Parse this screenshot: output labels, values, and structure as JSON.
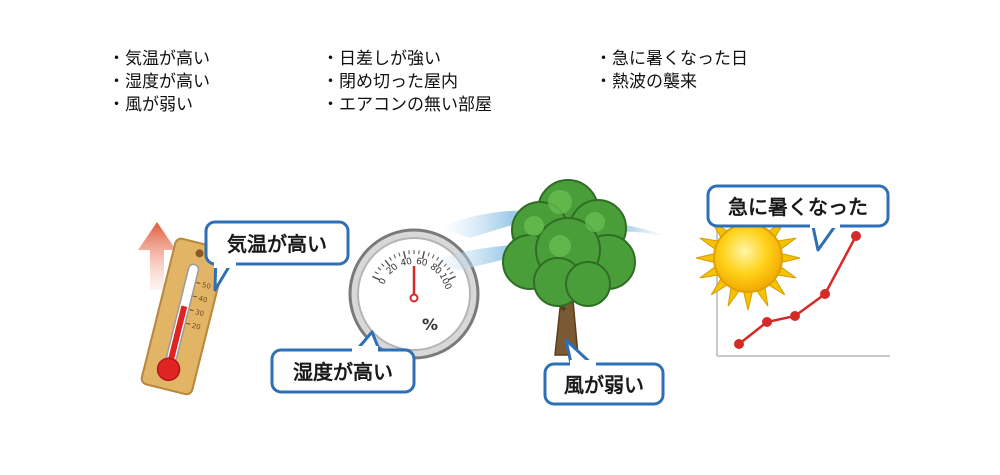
{
  "conditions": {
    "weather": [
      "気温が高い",
      "湿度が高い",
      "風が弱い"
    ],
    "environment": [
      "日差しが強い",
      "閉め切った屋内",
      "エアコンの無い部屋"
    ],
    "sudden": [
      "急に暑くなった日",
      "熱波の襲来"
    ]
  },
  "callouts": {
    "temperature": "気温が高い",
    "humidity": "湿度が高い",
    "wind": "風が弱い",
    "sudden_heat": "急に暑くなった"
  },
  "thermometer": {
    "scale": [
      "50",
      "40",
      "30",
      "20"
    ]
  },
  "hygrometer": {
    "scale": [
      "0",
      "20",
      "40",
      "60",
      "80",
      "100"
    ],
    "unit": "%"
  },
  "colors": {
    "bubble_border": "#2e6fb5",
    "arrow": "#e25a3a",
    "graph_line": "#d42a2a",
    "tree": "#4a9e3a",
    "sun": "#f5c400"
  }
}
